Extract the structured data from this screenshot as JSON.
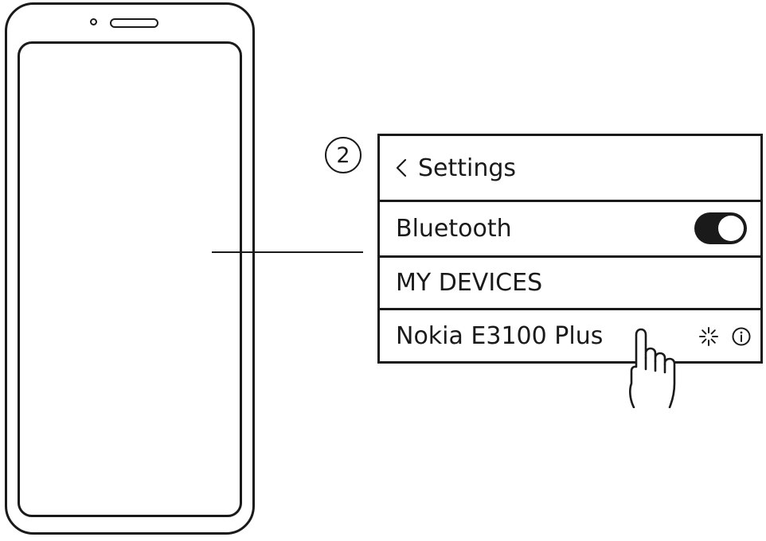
{
  "step": {
    "number": "2"
  },
  "settings_panel": {
    "header": {
      "back_icon": "chevron-left-icon",
      "title": "Settings"
    },
    "bluetooth_row": {
      "label": "Bluetooth",
      "toggle_state": "on"
    },
    "section_header": "MY DEVICES",
    "device_row": {
      "name": "Nokia E3100 Plus",
      "status_icon": "loading-spinner-icon",
      "info_icon": "info-icon"
    }
  },
  "pointer": {
    "icon": "tapping-hand-icon"
  },
  "colors": {
    "line": "#1a1a1a",
    "background": "#ffffff"
  }
}
